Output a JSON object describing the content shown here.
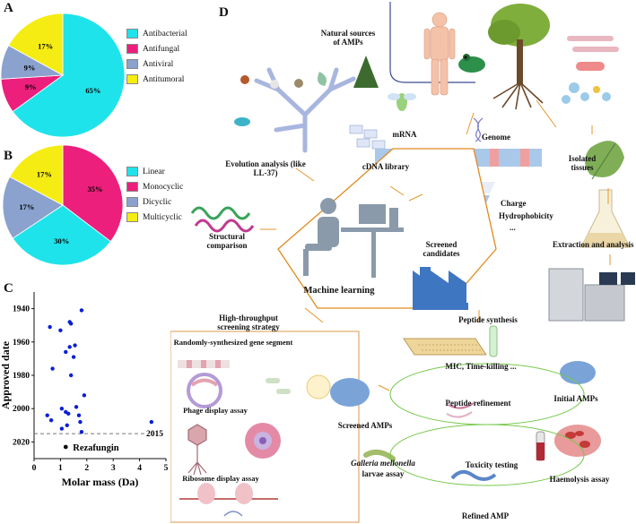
{
  "panels": {
    "a": "A",
    "b": "B",
    "c": "C",
    "d": "D"
  },
  "chart_data": [
    {
      "type": "pie",
      "panel": "A",
      "labels": [
        "Antibacterial",
        "Antifungal",
        "Antiviral",
        "Antitumoral"
      ],
      "values": [
        65,
        9,
        9,
        17
      ],
      "value_labels": [
        "65%",
        "9%",
        "9%",
        "17%"
      ],
      "colors": [
        "#1fe3ea",
        "#ec1f7c",
        "#8aa2cd",
        "#f5ec13"
      ]
    },
    {
      "type": "pie",
      "panel": "B",
      "labels": [
        "Linear",
        "Monocyclic",
        "Dicyclic",
        "Multicyclic"
      ],
      "values": [
        30,
        35,
        17,
        17
      ],
      "value_labels": [
        "30%",
        "35%",
        "17%",
        "17%"
      ],
      "colors": [
        "#1fe3ea",
        "#ec1f7c",
        "#8aa2cd",
        "#f5ec13"
      ]
    },
    {
      "type": "scatter",
      "panel": "C",
      "xlabel": "Molar mass (Da)",
      "ylabel": "Approved date",
      "xlim": [
        0,
        5
      ],
      "ylim": [
        1930,
        2030
      ],
      "y_reversed": true,
      "xticks": [
        0,
        1,
        2,
        3,
        4,
        5
      ],
      "yticks": [
        1940,
        1960,
        1980,
        2000,
        2020
      ],
      "points": [
        {
          "x": 0.6,
          "y": 1951
        },
        {
          "x": 0.7,
          "y": 1976
        },
        {
          "x": 1.0,
          "y": 1953
        },
        {
          "x": 1.35,
          "y": 1948
        },
        {
          "x": 1.4,
          "y": 1949
        },
        {
          "x": 1.55,
          "y": 1962
        },
        {
          "x": 1.8,
          "y": 1941
        },
        {
          "x": 1.35,
          "y": 1963
        },
        {
          "x": 1.2,
          "y": 1966
        },
        {
          "x": 1.5,
          "y": 1969
        },
        {
          "x": 1.4,
          "y": 1980
        },
        {
          "x": 1.9,
          "y": 1992
        },
        {
          "x": 0.5,
          "y": 2004
        },
        {
          "x": 0.65,
          "y": 2007
        },
        {
          "x": 1.05,
          "y": 2000
        },
        {
          "x": 1.2,
          "y": 2002
        },
        {
          "x": 1.3,
          "y": 2003
        },
        {
          "x": 1.6,
          "y": 1999
        },
        {
          "x": 1.7,
          "y": 2004
        },
        {
          "x": 1.75,
          "y": 2008
        },
        {
          "x": 1.25,
          "y": 2010
        },
        {
          "x": 1.05,
          "y": 2012
        },
        {
          "x": 1.8,
          "y": 2014
        },
        {
          "x": 4.45,
          "y": 2008
        }
      ],
      "highlight": {
        "x": 1.2,
        "y": 2023,
        "label": "Rezafungin"
      },
      "reference_line": {
        "y": 2015,
        "label": "2015"
      },
      "colors": {
        "points": "#0b1fd6",
        "highlight": "#111111",
        "line": "#777777"
      }
    }
  ],
  "diagram": {
    "natural_sources": "Natural sources of AMPs",
    "mrna": "mRNA",
    "genome": "Genome",
    "evolution": "Evolution analysis (like LL-37)",
    "cdna": "cDNA library",
    "isolated": "Isolated tissues",
    "charge": "Charge",
    "hydro": "Hydrophobicity",
    "dots": "...",
    "structural": "Structural comparison",
    "screened_candidates": "Screened candidates",
    "extraction": "Extraction and analysis",
    "machine_learning": "Machine learning",
    "peptide_synthesis": "Peptide synthesis",
    "htp": "High-throughput screening strategy",
    "random_gene": "Randomly-synthesized gene segment",
    "phage": "Phage display assay",
    "ribosome": "Ribosome display assay",
    "mic": "MIC, Time-killing ...",
    "initial": "Initial AMPs",
    "screened_amps": "Screened AMPs",
    "refinement": "Peptide refinement",
    "galleria": "Galleria mellonella",
    "larvae": "larvae assay",
    "toxicity": "Toxicity testing",
    "haemolysis": "Haemolysis assay",
    "refined": "Refined AMP"
  }
}
